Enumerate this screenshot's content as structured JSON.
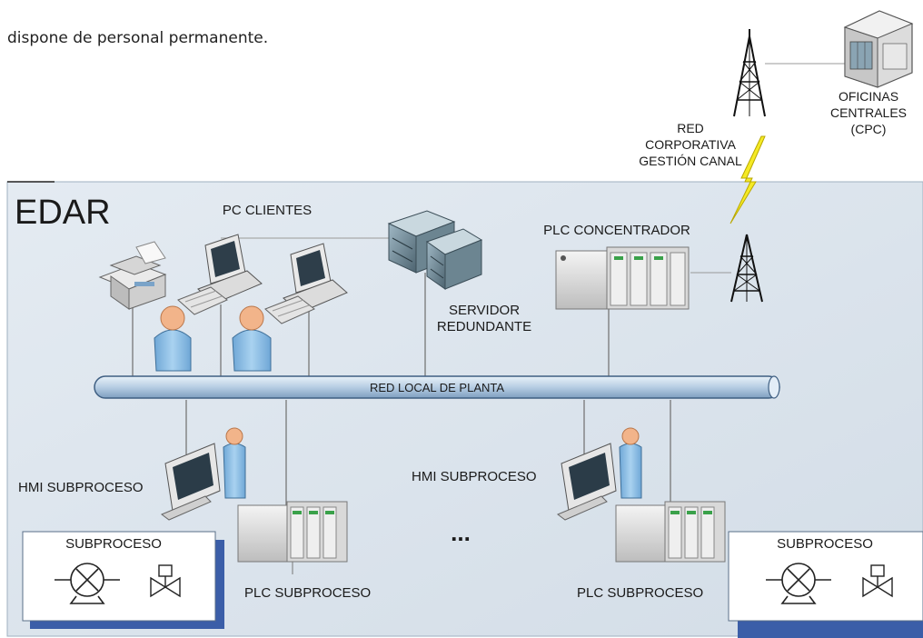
{
  "paragraph": {
    "line": "dispone de personal permanente."
  },
  "diagram": {
    "title": "EDAR",
    "pc_clients": "PC CLIENTES",
    "server": [
      "SERVIDOR",
      "REDUNDANTE"
    ],
    "plc_concentrator": "PLC CONCENTRADOR",
    "corporate_network": [
      "RED",
      "CORPORATIVA",
      "GESTIÓN CANAL"
    ],
    "central_offices": [
      "OFICINAS",
      "CENTRALES",
      "(CPC)"
    ],
    "plant_network": "RED LOCAL DE PLANTA",
    "hmi_left": "HMI SUBPROCESO",
    "hmi_right": "HMI SUBPROCESO",
    "subprocess_left": "SUBPROCESO",
    "subprocess_right": "SUBPROCESO",
    "plc_sub_left": "PLC SUBPROCESO",
    "plc_sub_right": "PLC SUBPROCESO",
    "ellipsis": "...",
    "colors": {
      "panel": "#dde6ee",
      "panel_border": "#8fa3b6",
      "bus": "#b7cde3",
      "bus_border": "#3f5f82",
      "box_shadow": "#3b5ea8",
      "person": "#8fc0e6",
      "skin": "#f2b48a",
      "lightning": "#f5ea25"
    }
  }
}
